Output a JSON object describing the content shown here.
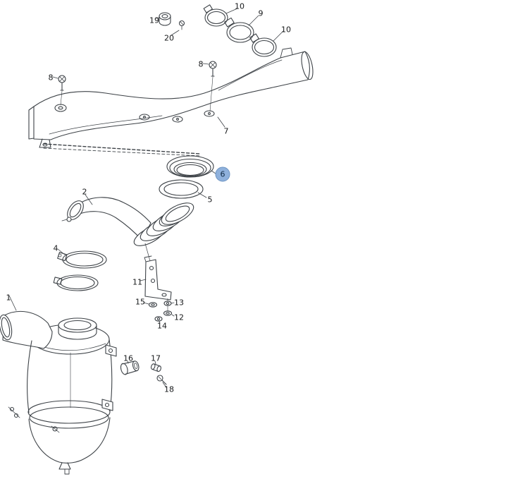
{
  "diagram": {
    "kind": "exploded-parts-diagram",
    "subject": "air-intake-and-air-cleaner-assembly",
    "selected_part": "6",
    "colors": {
      "line": "#3d4247",
      "highlight_fill": "#8fb1dc",
      "highlight_border": "#6d94c2",
      "highlight_text": "#102a44",
      "background": "#ffffff"
    },
    "labels": [
      {
        "part": "19",
        "text": "19"
      },
      {
        "part": "20",
        "text": "20"
      },
      {
        "part": "10",
        "text": "10"
      },
      {
        "part": "9",
        "text": "9"
      },
      {
        "part": "10",
        "text": "10"
      },
      {
        "part": "8",
        "text": "8"
      },
      {
        "part": "8",
        "text": "8"
      },
      {
        "part": "7",
        "text": "7"
      },
      {
        "part": "6",
        "text": "6",
        "highlighted": true
      },
      {
        "part": "5",
        "text": "5"
      },
      {
        "part": "2",
        "text": "2"
      },
      {
        "part": "4",
        "text": "4"
      },
      {
        "part": "11",
        "text": "11"
      },
      {
        "part": "15",
        "text": "15"
      },
      {
        "part": "13",
        "text": "13"
      },
      {
        "part": "12",
        "text": "12"
      },
      {
        "part": "14",
        "text": "14"
      },
      {
        "part": "1",
        "text": "1"
      },
      {
        "part": "16",
        "text": "16"
      },
      {
        "part": "17",
        "text": "17"
      },
      {
        "part": "18",
        "text": "18"
      }
    ]
  }
}
